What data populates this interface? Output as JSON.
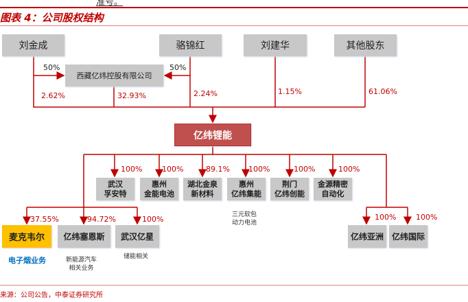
{
  "header": {
    "cut_text": "准号。",
    "title": "图表 4：公司股权结构"
  },
  "shareholders": [
    {
      "name": "刘金成"
    },
    {
      "name": "骆锦红"
    },
    {
      "name": "刘建华"
    },
    {
      "name": "其他股东"
    }
  ],
  "holding_company": {
    "name": "西藏亿纬控股有限公司",
    "from_liu": "50%",
    "from_luo": "50%"
  },
  "stakes": {
    "liu_jincheng": "2.62%",
    "holding": "32.93%",
    "luo_jinhong": "2.24%",
    "liu_jianhua": "1.15%",
    "others": "61.06%"
  },
  "company": {
    "name": "亿纬锂能",
    "color": "#c0504d"
  },
  "subsidiaries": [
    {
      "name": "武汉\n孚安特",
      "pct": "100%"
    },
    {
      "name": "惠州\n金能电池",
      "pct": "100%"
    },
    {
      "name": "湖北金泉\n新材料",
      "pct": "89.1%"
    },
    {
      "name": "惠州\n亿纬集能",
      "pct": "100%"
    },
    {
      "name": "荆门\n亿纬创能",
      "pct": "100%"
    },
    {
      "name": "金源精密\n自动化",
      "pct": "100%"
    }
  ],
  "lower": [
    {
      "name": "麦克韦尔",
      "pct": "37.55%",
      "note": "电子烟业务"
    },
    {
      "name": "亿纬塞恩斯",
      "pct": "94.72%",
      "note": "新能源汽车\n相关业务"
    },
    {
      "name": "武汉亿星",
      "pct": "100%",
      "note": "储能相关"
    },
    {
      "name": "亿纬亚洲",
      "pct": "100%"
    },
    {
      "name": "亿纬国际",
      "pct": "100%"
    }
  ],
  "jineng_note": "三元软包\n动力电池",
  "footer": {
    "source": "来源：公司公告，中泰证券研究所"
  }
}
